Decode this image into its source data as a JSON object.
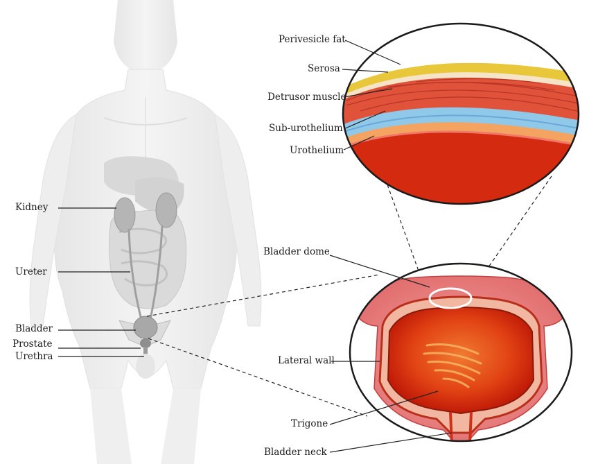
{
  "body_labels": {
    "kidney": "Kidney",
    "ureter": "Ureter",
    "bladder": "Bladder",
    "prostate": "Prostate",
    "urethra": "Urethra"
  },
  "wall_layer_labels": {
    "perivesicle_fat": "Perivesicle fat",
    "serosa": "Serosa",
    "detrusor_muscle": "Detrusor muscle",
    "sub_urothelium": "Sub-urothelium",
    "urothelium": "Urothelium"
  },
  "bladder_labels": {
    "bladder_dome": "Bladder dome",
    "lateral_wall": "Lateral wall",
    "trigone": "Trigone",
    "bladder_neck": "Bladder neck"
  },
  "colors": {
    "body_silhouette": "#ececec",
    "organs": "#b5b5b5",
    "fat_layer": "#e8c83a",
    "detrusor": "#e0533a",
    "sub_urothelium": "#8fc8e8",
    "urothelium": "#f4a460",
    "lumen": "#d42a10",
    "callout_line": "#222222"
  }
}
